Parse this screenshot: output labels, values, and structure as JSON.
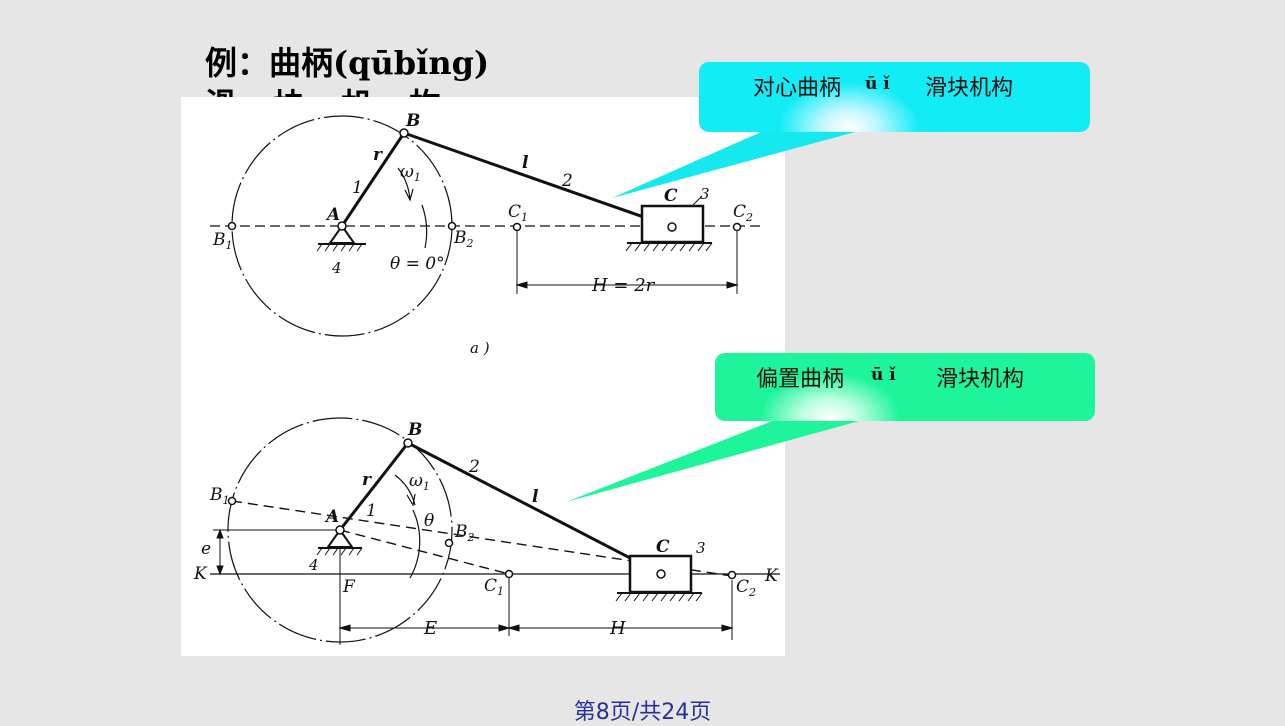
{
  "title": {
    "line1": "例：曲柄(qūbǐng)",
    "line2": [
      "滑",
      "块",
      "机",
      "构"
    ]
  },
  "callouts": {
    "top": {
      "text_left": "对心曲柄",
      "glyphs": "ū ǐ",
      "text_right": "滑块机构",
      "color": "#12ecf7"
    },
    "bottom": {
      "text_left": "偏置曲柄",
      "glyphs": "ū ǐ",
      "text_right": "滑块机构",
      "color": "#1ef59a"
    }
  },
  "diagram_a": {
    "labels": {
      "B": "B",
      "r": "r",
      "omega": "ω",
      "omega_sub": "1",
      "one": "1",
      "A": "A",
      "l": "l",
      "two": "2",
      "C": "C",
      "three": "3",
      "C1": "C",
      "C1_sub": "1",
      "C2": "C",
      "C2_sub": "2",
      "B1": "B",
      "B1_sub": "1",
      "B2": "B",
      "B2_sub": "2",
      "four": "4",
      "theta": "θ = 0°",
      "H": "H = 2r",
      "caption": "a )"
    }
  },
  "diagram_b": {
    "labels": {
      "B": "B",
      "r": "r",
      "omega": "ω",
      "omega_sub": "1",
      "two": "2",
      "l": "l",
      "B1": "B",
      "B1_sub": "1",
      "A": "A",
      "one": "1",
      "theta": "θ",
      "B2": "B",
      "B2_sub": "2",
      "e": "e",
      "K_left": "K",
      "four": "4",
      "F": "F",
      "C1": "C",
      "C1_sub": "1",
      "C": "C",
      "three": "3",
      "K_right": "K",
      "C2": "C",
      "C2_sub": "2",
      "E": "E",
      "H": "H"
    }
  },
  "footer": {
    "page": "第8页/共24页"
  }
}
